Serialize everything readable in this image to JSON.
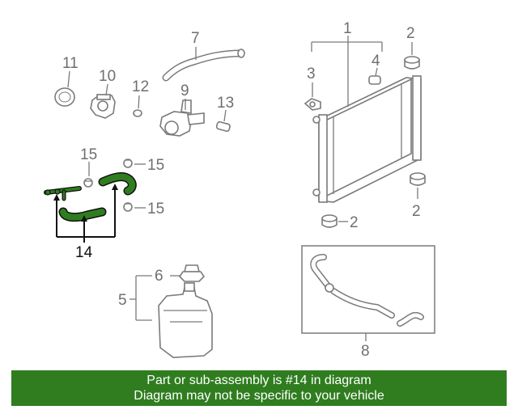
{
  "callouts": {
    "c1": "1",
    "c2a": "2",
    "c2b": "2",
    "c2c": "2",
    "c3": "3",
    "c4": "4",
    "c5": "5",
    "c6": "6",
    "c7": "7",
    "c8": "8",
    "c9": "9",
    "c10": "10",
    "c11": "11",
    "c12": "12",
    "c13": "13",
    "c14": "14",
    "c15a": "15",
    "c15b": "15",
    "c15c": "15"
  },
  "highlight_color": "#2f7d1f",
  "banner": {
    "line1": "Part or sub-assembly is #14 in diagram",
    "line2": "Diagram may not be specific to your vehicle"
  }
}
